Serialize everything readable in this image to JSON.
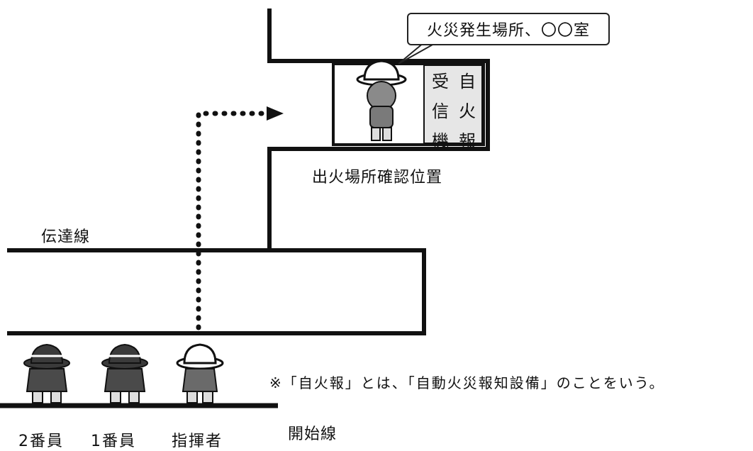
{
  "speech": {
    "text": "火災発生場所、〇〇室"
  },
  "panel": {
    "col1": [
      "受",
      "信",
      "機"
    ],
    "col2": [
      "自",
      "火",
      "報"
    ]
  },
  "labels": {
    "confirm_position": "出火場所確認位置",
    "relay_line": "伝達線",
    "start_line": "開始線",
    "note": "※「自火報」とは、「自動火災報知設備」のことをいう。"
  },
  "members": {
    "second": "2番員",
    "first": "1番員",
    "commander": "指揮者"
  },
  "colors": {
    "line": "#111111",
    "panel_shade": "#e6e6e6",
    "helmet_dark": "#3a3a3a",
    "helmet_white": "#ffffff"
  }
}
